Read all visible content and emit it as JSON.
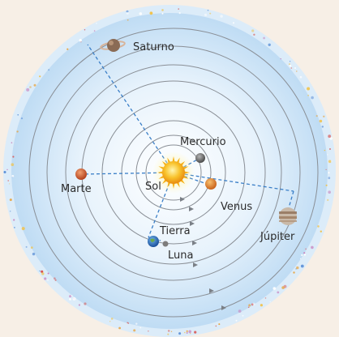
{
  "diagram": {
    "sun": {
      "label": "Sol"
    },
    "planets": [
      {
        "key": "mercurio",
        "label": "Mercurio",
        "icon": "mercury-planet-icon"
      },
      {
        "key": "venus",
        "label": "Venus",
        "icon": "venus-planet-icon"
      },
      {
        "key": "tierra",
        "label": "Tierra",
        "icon": "earth-planet-icon"
      },
      {
        "key": "luna",
        "label": "Luna",
        "icon": "moon-icon"
      },
      {
        "key": "marte",
        "label": "Marte",
        "icon": "mars-planet-icon"
      },
      {
        "key": "jupiter",
        "label": "Júpiter",
        "icon": "jupiter-planet-icon"
      },
      {
        "key": "saturno",
        "label": "Saturno",
        "icon": "saturn-planet-icon"
      }
    ]
  },
  "colors": {
    "page_bg": "#f7efe6",
    "sky_inner": "#ffffff",
    "sky_outer": "#bfdcf4",
    "orbit": "#8a8f96",
    "dashed_line": "#3b7fc7",
    "sun": "#f6b21a",
    "label": "#2b2b2b"
  }
}
